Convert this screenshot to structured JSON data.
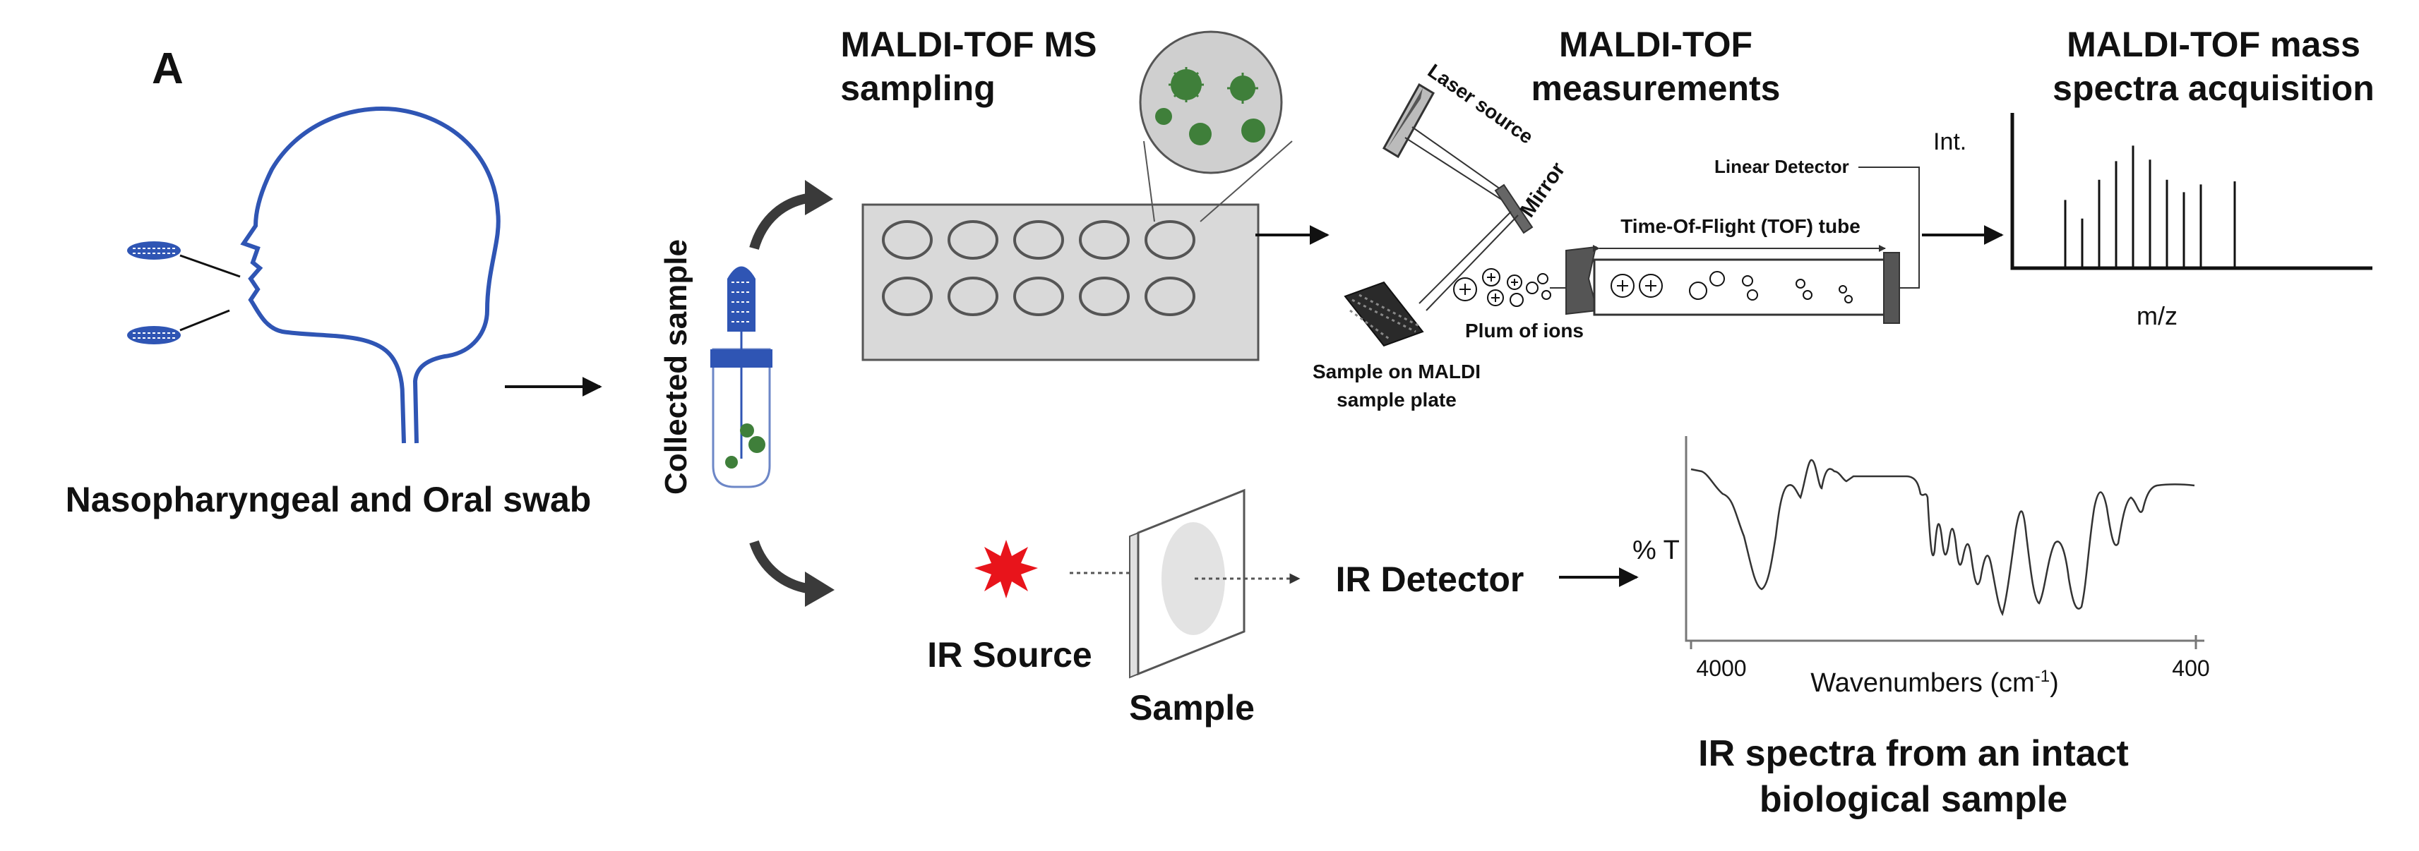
{
  "panel_label": "A",
  "titles": {
    "sampling": [
      "MALDI-TOF MS",
      "sampling"
    ],
    "measurements": [
      "MALDI-TOF",
      "measurements"
    ],
    "acquisition": [
      "MALDI-TOF mass",
      "spectra acquisition"
    ],
    "ir_spectra": [
      "IR spectra from an intact",
      "biological sample"
    ]
  },
  "labels": {
    "swab": "Nasopharyngeal and Oral swab",
    "collected_sample": "Collected sample",
    "laser_source": "Laser source",
    "mirror": "Mirror",
    "linear_detector": "Linear Detector",
    "tof_tube": "Time-Of-Flight (TOF) tube",
    "plum_of_ions": "Plum of ions",
    "maldi_plate": [
      "Sample on MALDI",
      "sample plate"
    ],
    "intensity_axis": "Int.",
    "mz_axis": "m/z",
    "ir_source": "IR Source",
    "sample": "Sample",
    "ir_detector": "IR Detector",
    "transmittance_axis": "% T",
    "wavenumber_max": "4000",
    "wavenumber_min": "400",
    "wavenumbers_axis_base": "Wavenumbers (cm",
    "wavenumbers_axis_sup": "-1",
    "wavenumbers_axis_end": ")"
  },
  "colors": {
    "swab_blue": "#2f55b4",
    "virus_green": "#3f7f3a",
    "plate_fill": "#d9d9d9",
    "ir_source_red": "#e8141b",
    "dark_arrow": "#3a3a3a"
  },
  "mass_spectrum": {
    "peaks": [
      0.43,
      0.31,
      0.56,
      0.68,
      0.78,
      0.69,
      0.56,
      0.48,
      0.53,
      0.55
    ]
  }
}
